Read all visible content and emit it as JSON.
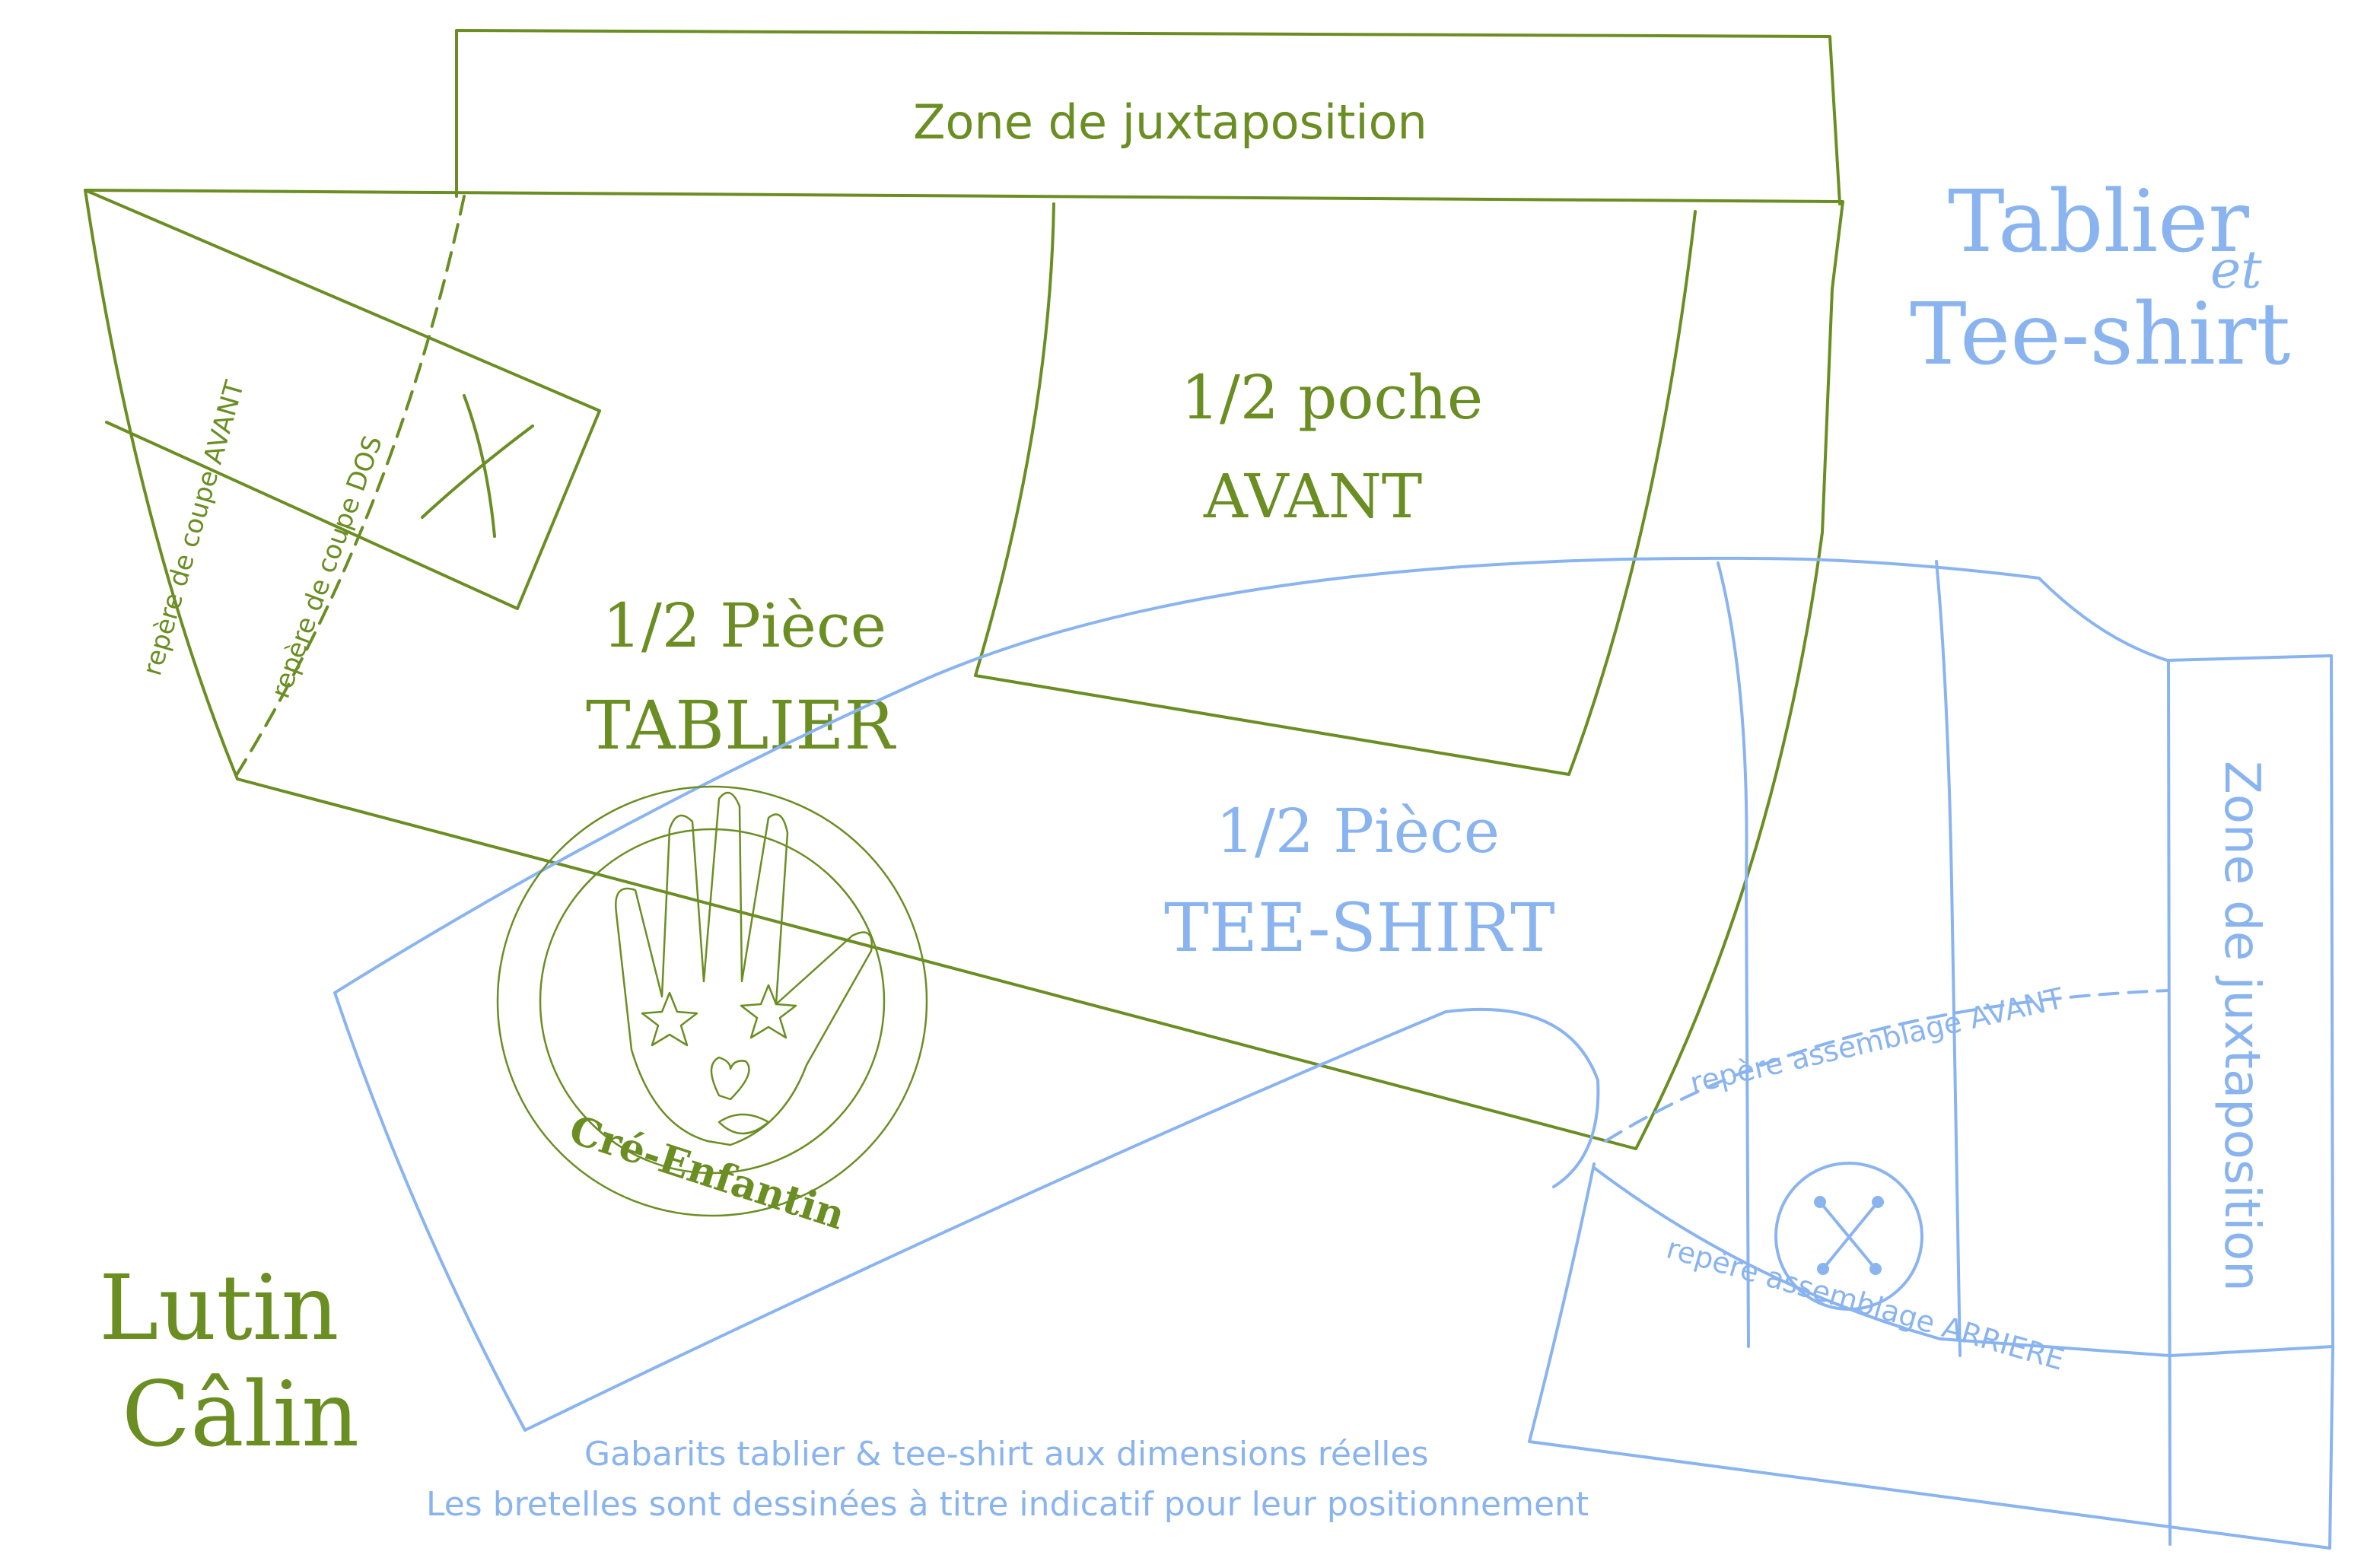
{
  "colors": {
    "green": "#6b8e23",
    "blue": "#8ab4f0"
  },
  "apron": {
    "overlap_zone_label": "Zone de juxtaposition",
    "pocket_label_line1": "1/2 poche",
    "pocket_label_line2": "AVANT",
    "piece_label_line1": "1/2 Pièce",
    "piece_label_line2": "TABLIER",
    "cut_mark_front": "repère de coupe AVANT",
    "cut_mark_back": "repère de coupe DOS"
  },
  "teeshirt": {
    "piece_label_line1": "1/2 Pièce",
    "piece_label_line2": "TEE-SHIRT",
    "overlap_zone_label": "Zone de juxtaposition",
    "assembly_mark_front": "repère assemblage AVANT",
    "assembly_mark_back": "repère assemblage ARRIERE"
  },
  "title": {
    "line1": "Tablier",
    "connector": "et",
    "line2": "Tee-shirt"
  },
  "brand": {
    "line1": "Lutin",
    "line2": "Câlin"
  },
  "logo": {
    "text": "Cré-Enfantin",
    "icon": "hand-face-logo"
  },
  "footer": {
    "line1": "Gabarits tablier & tee-shirt aux dimensions réelles",
    "line2": "Les bretelles sont dessinées à titre indicatif pour leur positionnement"
  },
  "icons": {
    "strap_cross": "cross-mark-icon",
    "button": "button-icon"
  }
}
